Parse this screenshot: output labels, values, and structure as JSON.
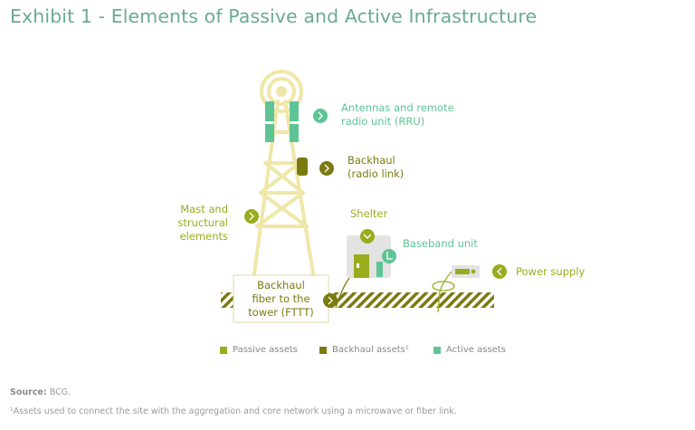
{
  "title": "Exhibit 1 - Elements of Passive and Active Infrastructure",
  "colors": {
    "title": "#6aab94",
    "passive": "#9aac1e",
    "backhaul": "#7b7a10",
    "active": "#5fc495",
    "tower": "#efe7a8",
    "shelter": "#e3e3e3"
  },
  "labels": {
    "antennas_line1": "Antennas and remote",
    "antennas_line2": "radio unit (RRU)",
    "backhaul_radio_line1": "Backhaul",
    "backhaul_radio_line2": "(radio link)",
    "mast_line1": "Mast and structural",
    "mast_line2": "elements",
    "shelter": "Shelter",
    "baseband": "Baseband unit",
    "power": "Power supply",
    "fttt_line1": "Backhaul",
    "fttt_line2": "fiber to the",
    "fttt_line3": "tower (FTTT)"
  },
  "icons": {
    "antennas": "chevron-right-icon",
    "backhaul_radio": "chevron-right-icon",
    "mast": "chevron-right-icon",
    "shelter": "chevron-down-icon",
    "baseband": "corner-icon",
    "power": "chevron-left-icon",
    "fttt": "chevron-right-icon"
  },
  "legend": [
    {
      "label": "Passive assets",
      "color": "#9aac1e"
    },
    {
      "label": "Backhaul assets¹",
      "color": "#7b7a10"
    },
    {
      "label": "Active assets",
      "color": "#5fc495"
    }
  ],
  "footer": {
    "source_label": "Source:",
    "source_value": "BCG.",
    "footnote": "¹Assets used to connect the site with the aggregation and core network using a microwave or fiber link."
  }
}
